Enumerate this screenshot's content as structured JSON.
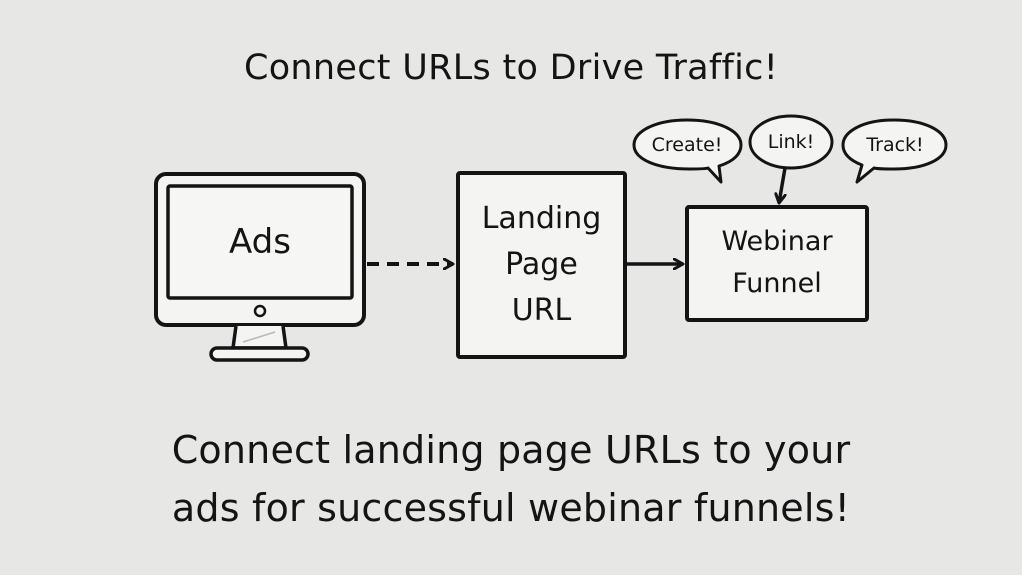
{
  "title": "Connect URLs to Drive Traffic!",
  "diagram": {
    "nodes": [
      {
        "id": "ads",
        "label": "Ads",
        "shape": "monitor-icon"
      },
      {
        "id": "landing",
        "label_lines": [
          "Landing",
          "Page",
          "URL"
        ],
        "shape": "box"
      },
      {
        "id": "webinar",
        "label_lines": [
          "Webinar",
          "Funnel"
        ],
        "shape": "box"
      }
    ],
    "edges": [
      {
        "from": "ads",
        "to": "landing",
        "style": "dashed"
      },
      {
        "from": "landing",
        "to": "webinar",
        "style": "solid"
      },
      {
        "from": "link_bubble",
        "to": "webinar",
        "style": "solid"
      }
    ],
    "bubbles": [
      {
        "id": "create",
        "label": "Create!"
      },
      {
        "id": "link",
        "label": "Link!"
      },
      {
        "id": "track",
        "label": "Track!"
      }
    ]
  },
  "caption": {
    "line1": "Connect landing page URLs to your",
    "line2": "ads for successful webinar funnels!"
  },
  "colors": {
    "background": "#e7e7e6",
    "ink": "#141414",
    "box_fill": "#f4f4f3"
  }
}
